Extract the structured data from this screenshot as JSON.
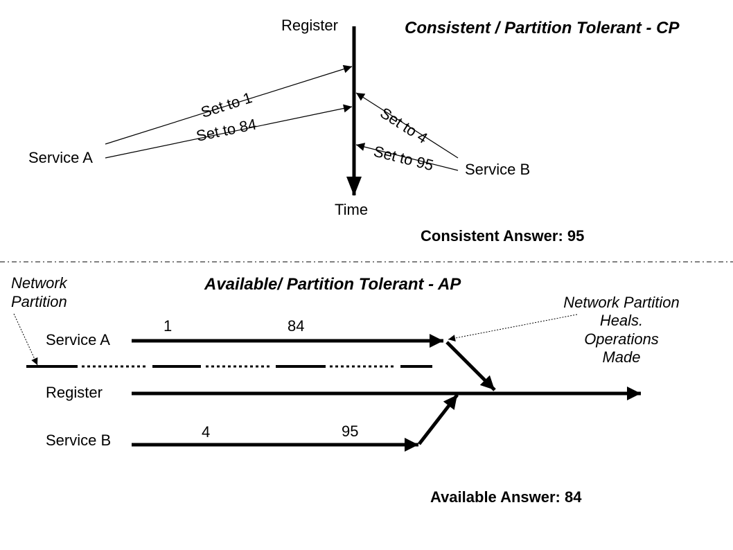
{
  "cp": {
    "title": "Consistent / Partition Tolerant - CP",
    "register_label": "Register",
    "time_label": "Time",
    "service_a": "Service A",
    "service_b": "Service B",
    "messages": [
      "Set to 1",
      "Set to 84",
      "Set to 4",
      "Set to 95"
    ],
    "answer": "Consistent Answer: 95"
  },
  "ap": {
    "title": "Available/ Partition Tolerant - AP",
    "network_partition": [
      "Network",
      "Partition"
    ],
    "heal_note": [
      "Network Partition",
      "Heals.",
      "Operations",
      "Made"
    ],
    "service_a": "Service A",
    "register_label": "Register",
    "service_b": "Service B",
    "service_a_values": [
      "1",
      "84"
    ],
    "service_b_values": [
      "4",
      "95"
    ],
    "answer": "Available Answer: 84"
  }
}
